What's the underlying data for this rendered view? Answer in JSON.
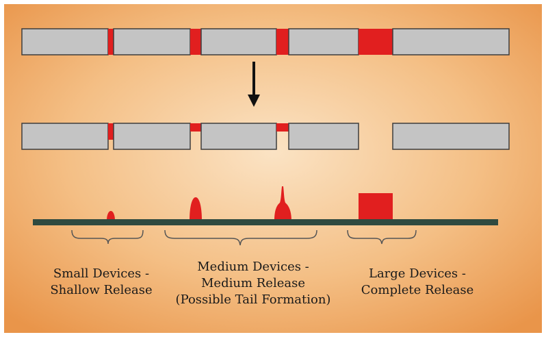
{
  "colors": {
    "background_center": "#fbe3c4",
    "background_edge": "#e9954a",
    "device_block": "#c4c4c4",
    "device_outline": "#3d3d3d",
    "release_material": "#e11f1f",
    "substrate": "#2f4a40",
    "arrow": "#111111"
  },
  "captions": {
    "small": {
      "line1": "Small Devices -",
      "line2": "Shallow Release"
    },
    "medium": {
      "line1": "Medium Devices -",
      "line2": "Medium Release",
      "line3": "(Possible Tail Formation)"
    },
    "large": {
      "line1": "Large Devices -",
      "line2": "Complete Release"
    }
  }
}
